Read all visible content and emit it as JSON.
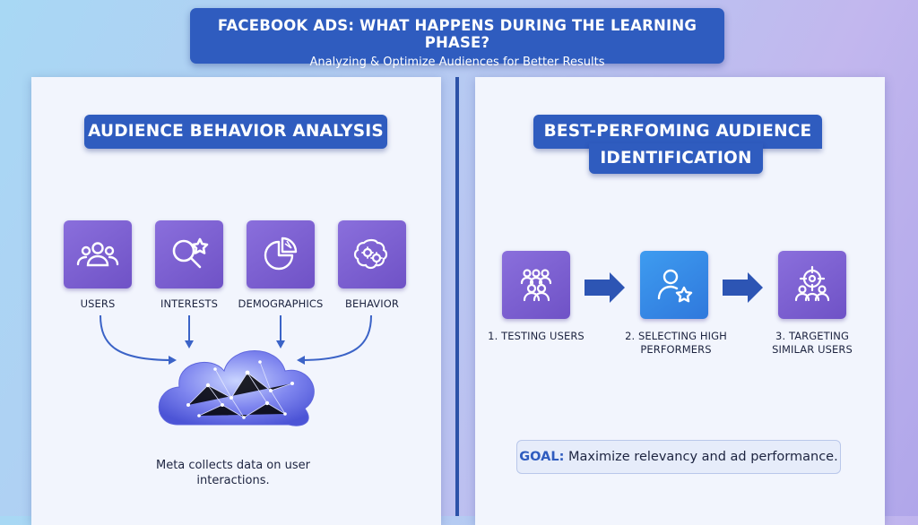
{
  "header": {
    "title": "FACEBOOK ADS: WHAT HAPPENS DURING THE LEARNING PHASE?",
    "subtitle": "Analyzing & Optimize Audiences for Better Results"
  },
  "left_panel": {
    "heading": "AUDIENCE BEHAVIOR ANALYSIS",
    "items": [
      {
        "label": "USERS",
        "icon": "users-group-icon"
      },
      {
        "label": "INTERESTS",
        "icon": "magnify-star-icon"
      },
      {
        "label": "DEMOGRAPHICS",
        "icon": "pie-chart-icon"
      },
      {
        "label": "BEHAVIOR",
        "icon": "brain-gears-icon"
      }
    ],
    "caption_line1": "Meta collects data on user",
    "caption_line2": "interactions."
  },
  "right_panel": {
    "heading_line1": "BEST-PERFOMING AUDIENCE",
    "heading_line2": "IDENTIFICATION",
    "steps": [
      {
        "line1": "1. TESTING USERS",
        "line2": "",
        "icon": "users-crowd-icon"
      },
      {
        "line1": "2. SELECTING HIGH",
        "line2": "PERFORMERS",
        "icon": "user-star-icon"
      },
      {
        "line1": "3. TARGETING",
        "line2": "SIMILAR USERS",
        "icon": "target-users-icon"
      }
    ],
    "goal_key": "GOAL:",
    "goal_text": "Maximize relevancy and ad performance."
  },
  "colors": {
    "accent_blue": "#2f5cbf",
    "icon_purple": "#7a5fd2",
    "icon_blue": "#3a8ee8"
  }
}
